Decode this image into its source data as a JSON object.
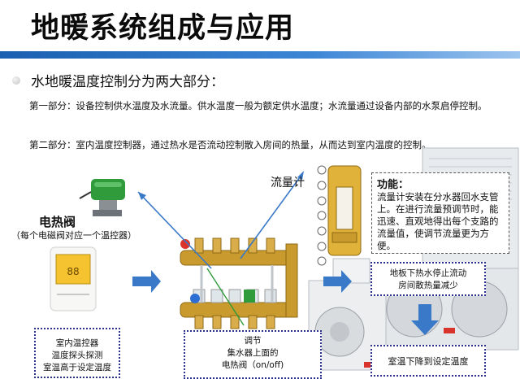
{
  "title": "地暖系统组成与应用",
  "subtitle": "水地暖温度控制分为两大部分：",
  "para1": "第一部分：设备控制供水温度及水流量。供水温度一般为额定供水温度；水流量通过设备内部的水泵启停控制。",
  "para2": "第二部分：室内温度控制器，通过热水是否流动控制散入房间的热量，从而达到室内温度的控制。",
  "labels": {
    "electric_valve": "电热阀",
    "electric_valve_note": "（每个电磁阀对应一个温控器）",
    "flow_meter": "流量计"
  },
  "function_box": {
    "title": "功能：",
    "text": "流量计安装在分水器回水支管上。在进行流量预调节时，能迅速、直观地得出每个支路的流量值，使调节流量更为方便。"
  },
  "floor_box": {
    "line1": "地板下热水停止流动",
    "line2": "房间散热量减少"
  },
  "temp_box": {
    "text": "室温下降到设定温度"
  },
  "indoor_box": {
    "line1": "室内温控器",
    "line2": "温度探头探测",
    "line3": "室温高于设定温度"
  },
  "adjust_box": {
    "line1": "调节",
    "line2": "集水器上面的",
    "line3": "电热阀（on/off)"
  },
  "colors": {
    "title_bar": "#1a5fb0",
    "arrow": "#3a79c8",
    "box_border": "#2b2f8c",
    "valve_green": "#2f9b3a",
    "brass": "#c99a2e"
  },
  "icons": {
    "electric_valve": "valve-actuator-icon",
    "thermostat": "thermostat-icon",
    "manifold": "manifold-icon",
    "flow_meter": "flow-meter-icon",
    "heat_pump": "heat-pump-icon"
  }
}
